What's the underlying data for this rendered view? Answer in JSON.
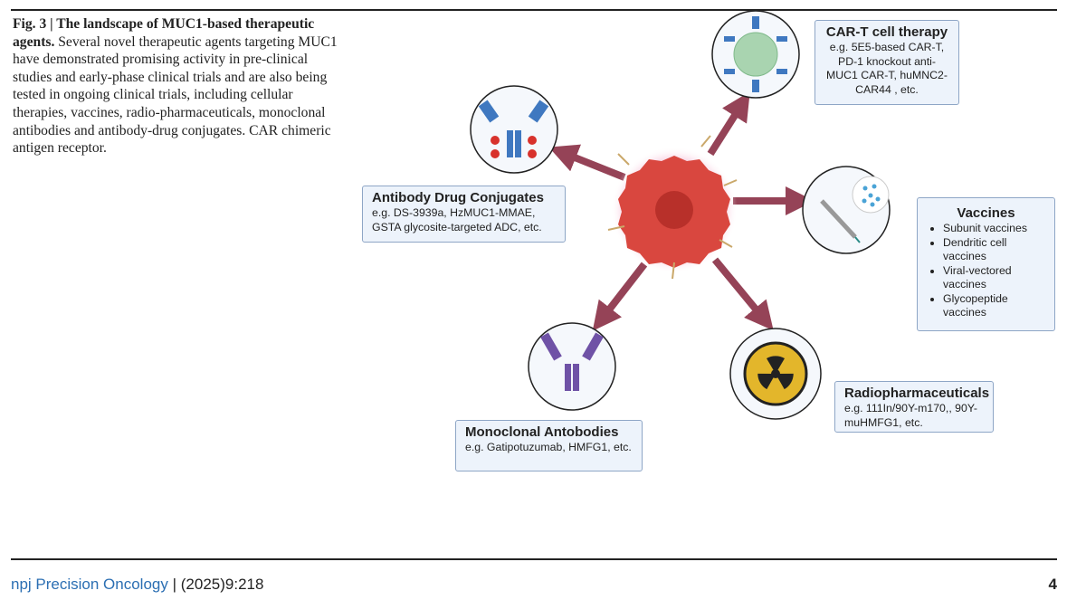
{
  "caption": {
    "label": "Fig. 3 | The landscape of MUC1-based therapeutic agents.",
    "text": " Several novel therapeutic agents targeting MUC1 have demonstrated promising activity in pre-clinical studies and early-phase clinical trials and are also being tested in ongoing clinical trials, including cellular therapies, vaccines, radio-pharmaceuticals, monoclonal antibodies and antibody-drug conjugates. CAR chimeric antigen receptor."
  },
  "figure": {
    "colors": {
      "arrow": "#8a2f45",
      "cell": "#d9473f",
      "nucleus": "#b8302a",
      "box_fill": "#edf3fb",
      "box_border": "#8ea6c6",
      "antibody_blue": "#3f78c0",
      "antibody_purple": "#6f52a6",
      "radiation_yellow": "#e3b62b"
    },
    "car_t": {
      "title": "CAR-T cell therapy",
      "body": "e.g. 5E5-based CAR-T, PD-1 knockout anti-MUC1 CAR-T, huMNC2-CAR44 , etc.",
      "icon": "car-t-cell-icon"
    },
    "adc": {
      "title": "Antibody Drug Conjugates",
      "body": "e.g. DS-3939a, HzMUC1-MMAE, GSTA glycosite-targeted ADC, etc.",
      "icon": "antibody-drug-conjugate-icon"
    },
    "vaccines": {
      "title": "Vaccines",
      "items": [
        "Subunit vaccines",
        "Dendritic cell vaccines",
        "Viral-vectored vaccines",
        "Glycopeptide vaccines"
      ],
      "icon": "syringe-icon"
    },
    "monoclonal": {
      "title": "Monoclonal Antobodies",
      "body": "e.g. Gatipotuzumab, HMFG1, etc.",
      "icon": "antibody-icon"
    },
    "radio": {
      "title": "Radiopharmaceuticals",
      "body": "e.g. 111In/90Y-m170,, 90Y-muHMFG1, etc.",
      "icon": "radiation-icon"
    }
  },
  "footer": {
    "journal": "npj Precision Oncology",
    "citation": "| (2025)9:218",
    "page": "4"
  }
}
